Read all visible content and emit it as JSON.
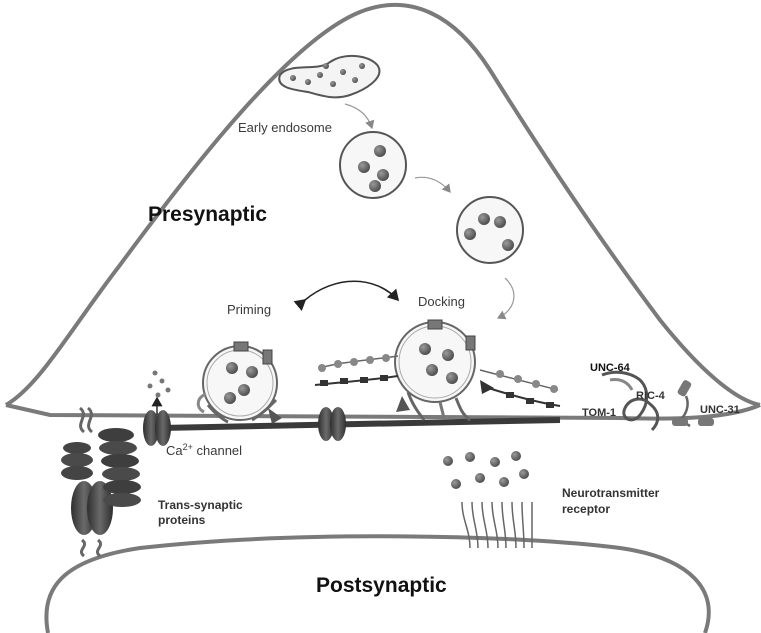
{
  "labels": {
    "presynaptic": "Presynaptic",
    "postsynaptic": "Postsynaptic",
    "early_endosome": "Early endosome",
    "priming": "Priming",
    "docking": "Docking",
    "ca_channel_prefix": "Ca",
    "ca_channel_sup": "2+",
    "ca_channel_suffix": " channel",
    "trans_synaptic_line1": "Trans-synaptic",
    "trans_synaptic_line2": "proteins",
    "neurotransmitter_line1": "Neurotransmitter",
    "neurotransmitter_line2": "receptor",
    "unc64": "UNC-64",
    "ric4": "RIC-4",
    "tom1": "TOM-1",
    "unc31": "UNC-31"
  },
  "colors": {
    "membrane": "#7a7a7a",
    "active_zone": "#3a3a3a",
    "vesicle_dot": "#5a5a5a",
    "protein_dark": "#3c3c3c",
    "text": "#3a3a3a"
  }
}
